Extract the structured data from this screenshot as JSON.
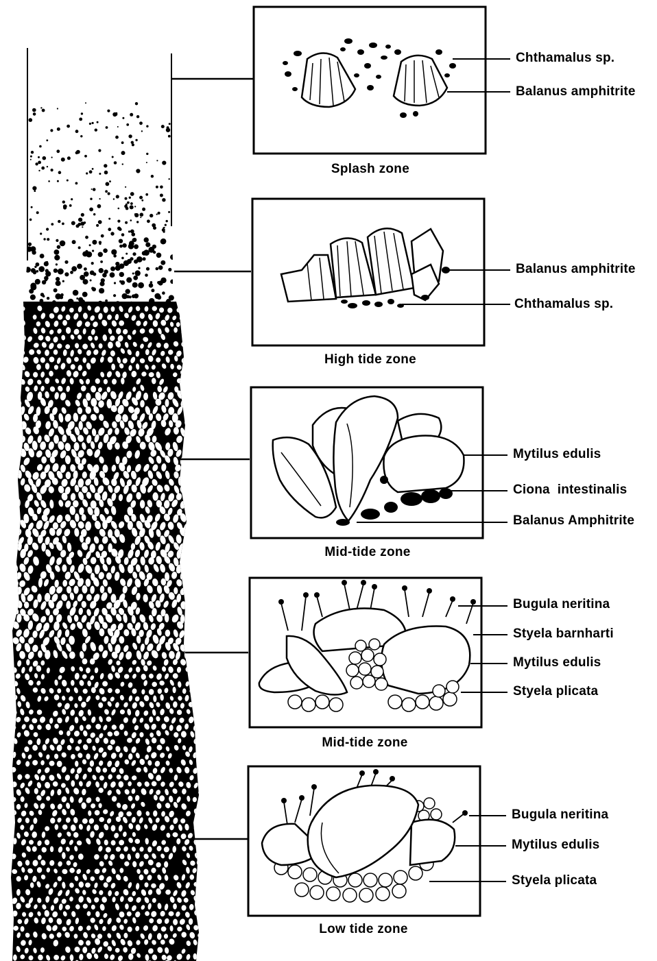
{
  "colors": {
    "ink": "#000000",
    "paper": "#ffffff"
  },
  "zones": [
    {
      "caption": "Splash zone",
      "species": [
        "Chthamalus sp.",
        "Balanus amphitrite"
      ]
    },
    {
      "caption": "High tide zone",
      "species": [
        "Balanus amphitrite",
        "Chthamalus sp."
      ]
    },
    {
      "caption": "Mid-tide zone",
      "species": [
        "Mytilus edulis",
        "Ciona  intestinalis",
        "Balanus Amphitrite"
      ]
    },
    {
      "caption": "Mid-tide zone",
      "species": [
        "Bugula neritina",
        "Styela barnharti",
        "Mytilus edulis",
        "Styela plicata"
      ]
    },
    {
      "caption": "Low tide zone",
      "species": [
        "Bugula neritina",
        "Mytilus edulis",
        "Styela plicata"
      ]
    }
  ]
}
